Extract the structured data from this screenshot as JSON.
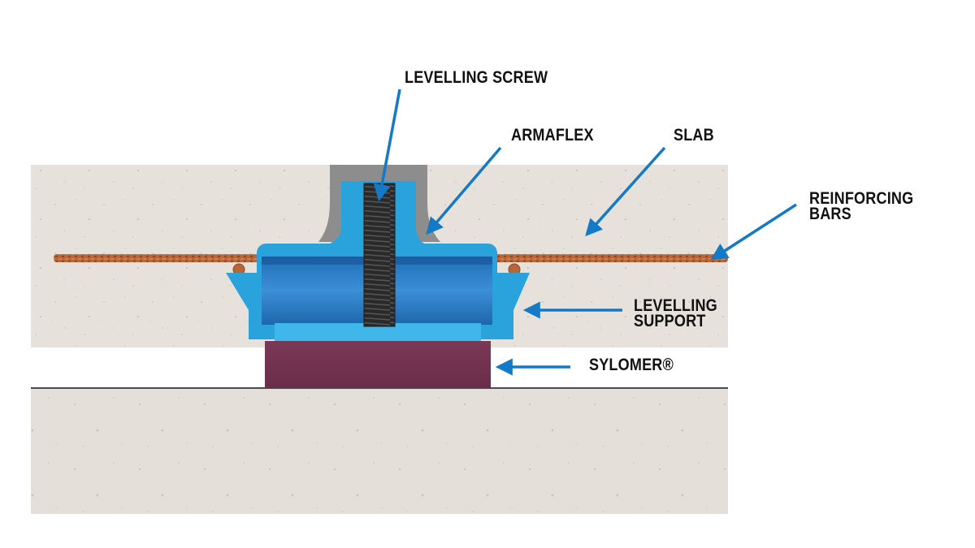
{
  "labels": {
    "levelling_screw": "LEVELLING SCREW",
    "armaflex": "ARMAFLEX",
    "slab": "SLAB",
    "reinforcing_bars_line1": "REINFORCING",
    "reinforcing_bars_line2": "BARS",
    "levelling_support_line1": "LEVELLING",
    "levelling_support_line2": "SUPPORT",
    "sylomer": "SYLOMER®"
  },
  "colors": {
    "arrow": "#1479c6",
    "concrete": "#e6e1da",
    "support_blue": "#2aa3dd",
    "sylomer": "#73344f",
    "rebar": "#b86538",
    "armaflex_grey": "#8d8d8d",
    "screw": "#2b2b2b"
  }
}
